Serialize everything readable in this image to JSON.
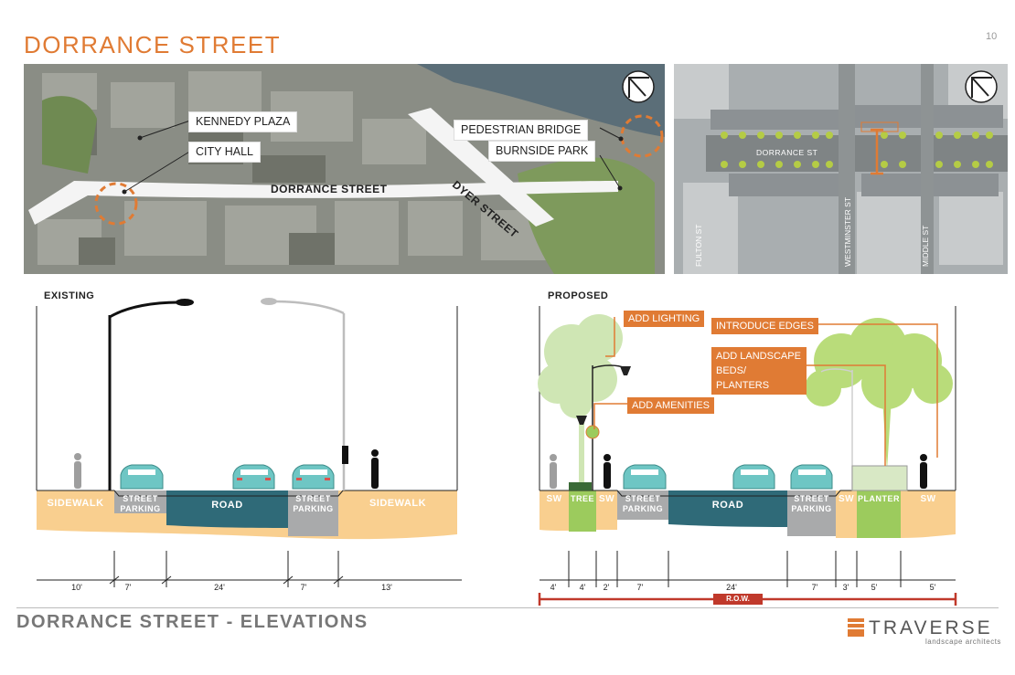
{
  "header": {
    "title": "DORRANCE STREET",
    "page_number": "10"
  },
  "map_left": {
    "labels": {
      "kennedy_plaza": "KENNEDY PLAZA",
      "city_hall": "CITY HALL",
      "pedestrian_bridge": "PEDESTRIAN BRIDGE",
      "burnside_park": "BURNSIDE PARK",
      "dorrance_street": "DORRANCE STREET",
      "dyer_street": "DYER STREET"
    }
  },
  "map_right": {
    "labels": {
      "dorrance_st": "DORRANCE ST",
      "fulton_st": "FULTON ST",
      "westminster_st": "WESTMINSTER ST",
      "middle_st": "MIDDLE ST"
    }
  },
  "existing": {
    "heading": "EXISTING",
    "zones": {
      "sidewalk_left": "SIDEWALK",
      "street_parking_left": "STREET PARKING",
      "road": "ROAD",
      "street_parking_right": "STREET PARKING",
      "sidewalk_right": "SIDEWALK"
    },
    "dimensions": [
      "10'",
      "7'",
      "24'",
      "7'",
      "13'"
    ]
  },
  "proposed": {
    "heading": "PROPOSED",
    "zones": {
      "sw1": "SW",
      "tree": "TREE",
      "sw2": "SW",
      "street_parking_left": "STREET PARKING",
      "road": "ROAD",
      "street_parking_right": "STREET PARKING",
      "sw3": "SW",
      "planter": "PLANTER",
      "sw4": "SW"
    },
    "callouts": {
      "lighting": "ADD LIGHTING",
      "amenities": "ADD AMENITIES",
      "edges": "INTRODUCE EDGES",
      "landscape": "ADD LANDSCAPE BEDS/ PLANTERS"
    },
    "dimensions": [
      "4'",
      "4'",
      "2'",
      "7'",
      "24'",
      "7'",
      "3'",
      "5'",
      "5'"
    ],
    "row_label": "R.O.W."
  },
  "footer": {
    "title": "DORRANCE STREET - ELEVATIONS",
    "brand": "TRAVERSE",
    "brand_sub": "landscape architects"
  },
  "colors": {
    "accent": "#e07b34",
    "sidewalk": "#f9cf8f",
    "road": "#2f6a78",
    "parking": "#a9aaab",
    "tree_zone": "#9ccb5d",
    "car": "#6ec6c4",
    "row_red": "#c0392b"
  }
}
